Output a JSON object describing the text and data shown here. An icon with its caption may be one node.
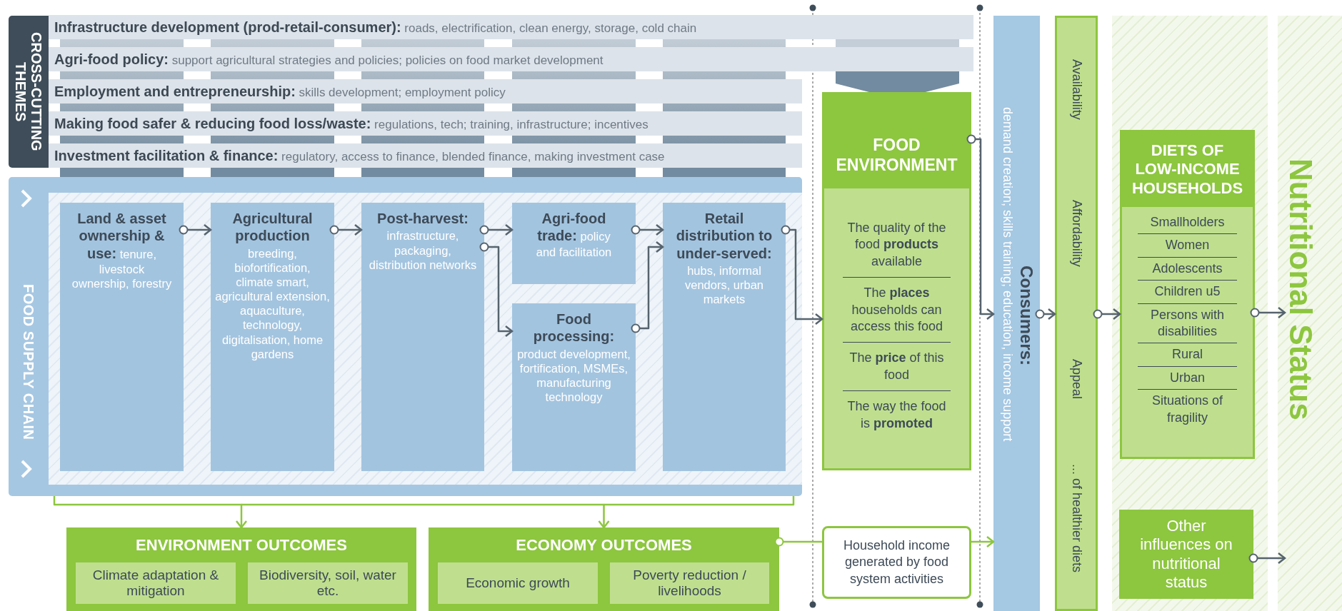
{
  "diagram": {
    "nodes": [
      {
        "text": [
          "CROSS-CUTTING THEMES"
        ]
      },
      {
        "text": [
          "**Infrastructure development (prod-retail-consumer):** roads, electrification, clean energy, storage, cold chain"
        ]
      },
      {
        "text": [
          "**Agri-food policy:** support agricultural strategies and policies; policies on food market development"
        ]
      },
      {
        "text": [
          "**Employment and entrepreneurship:** skills development; employment policy"
        ]
      },
      {
        "text": [
          "**Making food safer & reducing food loss/waste:** regulations, tech; training, infrastructure; incentives"
        ]
      },
      {
        "text": [
          "**Investment facilitation & finance:** regulatory, access to finance, blended finance, making investment case"
        ]
      },
      {
        "text": [
          "FOOD SUPPLY CHAIN"
        ]
      },
      {
        "text": [
          "**Land & asset ownership & use:** tenure, livestock ownership, forestry"
        ],
        "in": 6
      },
      {
        "text": [
          "Agricultural production",
          "breeding, biofortification, climate smart, agricultural extension, aquaculture, technology, digitalisation, home gardens"
        ],
        "in": 6
      },
      {
        "text": [
          "Post-harvest:",
          "infrastructure, packaging, distribution networks"
        ],
        "in": 6
      },
      {
        "text": [
          "**Agri-food trade:** policy and facilitation"
        ],
        "in": 6
      },
      {
        "text": [
          "Food processing:",
          "product development, fortification, MSMEs, manufacturing technology"
        ],
        "in": 6
      },
      {
        "text": [
          "Retail distribution to under-served:",
          "hubs, informal vendors, urban markets"
        ],
        "in": 6
      },
      {
        "text": [
          "FOOD ENVIRONMENT",
          "The quality of the food **products** available",
          "The **places** households can access this food",
          "The **price** of this food",
          "The way the food is **promoted**"
        ]
      },
      {
        "text": [
          "Consumers:",
          "demand creation; skills training; education, income support"
        ]
      },
      {
        "text": [
          "Availability",
          "Affordability",
          "Appeal",
          "... of healthier diets"
        ]
      },
      {
        "text": [
          "DIETS OF LOW-INCOME HOUSEHOLDS",
          "Smallholders",
          "Women",
          "Adolescents",
          "Children u5",
          "Persons with disabilities",
          "Rural",
          "Urban",
          "Situations of fragility"
        ]
      },
      {
        "text": [
          "Nutritional Status"
        ]
      },
      {
        "text": [
          "Other influences on nutritional status"
        ]
      },
      {
        "text": [
          "ENVIRONMENT OUTCOMES"
        ]
      },
      {
        "text": [
          "Climate adaptation & mitigation"
        ],
        "in": 19
      },
      {
        "text": [
          "Biodiversity, soil, water etc."
        ],
        "in": 19
      },
      {
        "text": [
          "ECONOMY OUTCOMES"
        ]
      },
      {
        "text": [
          "Economic growth"
        ],
        "in": 22
      },
      {
        "text": [
          "Poverty reduction / livelihoods"
        ],
        "in": 22
      },
      {
        "text": [
          "Household income generated by food system activities"
        ]
      }
    ],
    "edges": [
      {
        "from": 7,
        "to": 8,
        "arrow": "to"
      },
      {
        "from": 8,
        "to": 9,
        "arrow": "to"
      },
      {
        "from": 9,
        "to": 10,
        "arrow": "to"
      },
      {
        "from": 9,
        "to": 11,
        "arrow": "to"
      },
      {
        "from": 10,
        "to": 12,
        "arrow": "to"
      },
      {
        "from": 11,
        "to": 12,
        "arrow": "to"
      },
      {
        "from": 12,
        "to": 13,
        "arrow": "to"
      },
      {
        "from": 13,
        "to": 14,
        "arrow": "to"
      },
      {
        "from": 14,
        "to": 15,
        "arrow": "to"
      },
      {
        "from": 15,
        "to": 16,
        "arrow": "to"
      },
      {
        "from": 16,
        "to": 17,
        "arrow": "to"
      },
      {
        "from": 18,
        "to": 17,
        "arrow": "to"
      },
      {
        "from": 6,
        "to": 19,
        "arrow": "to",
        "color": "#8dc63f"
      },
      {
        "from": 6,
        "to": 22,
        "arrow": "to",
        "color": "#8dc63f"
      },
      {
        "from": 22,
        "to": 25,
        "arrow": "other",
        "color": "#8dc63f"
      },
      {
        "from": 25,
        "to": 14,
        "arrow": "to",
        "color": "#8dc63f"
      }
    ]
  }
}
